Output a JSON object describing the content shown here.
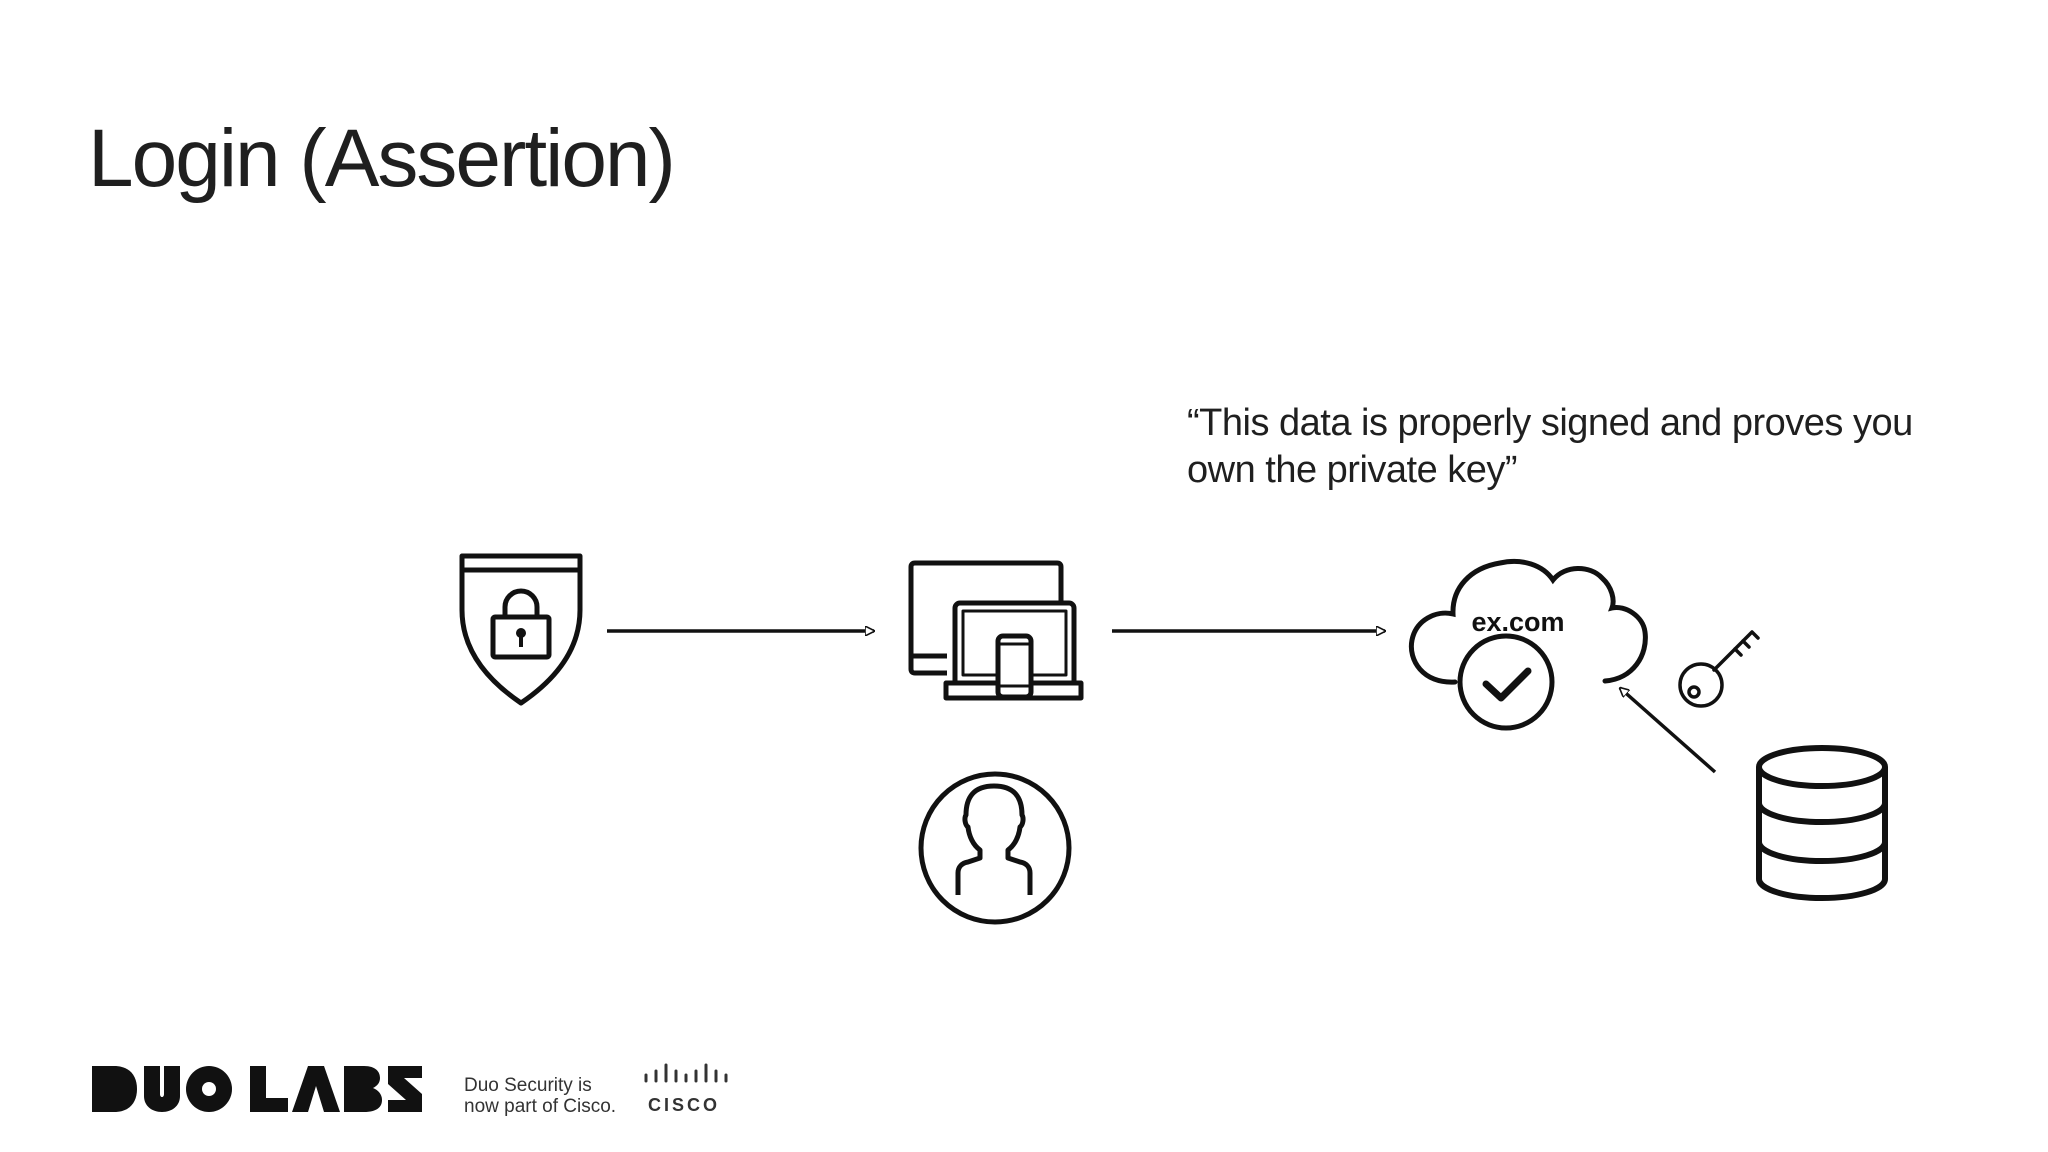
{
  "slide": {
    "title": "Login (Assertion)",
    "quote_line1": "“This data is properly signed and proves you",
    "quote_line2": "own the private key”"
  },
  "diagram": {
    "server_label": "ex.com",
    "nodes": [
      {
        "id": "authenticator",
        "icon": "shield-lock-icon"
      },
      {
        "id": "client",
        "icon": "devices-icon"
      },
      {
        "id": "user",
        "icon": "user-avatar-icon"
      },
      {
        "id": "relying-party",
        "icon": "cloud-check-icon"
      },
      {
        "id": "private-key",
        "icon": "key-icon"
      },
      {
        "id": "storage",
        "icon": "database-icon"
      }
    ],
    "edges": [
      {
        "from": "authenticator",
        "to": "client"
      },
      {
        "from": "client",
        "to": "relying-party"
      },
      {
        "from": "storage",
        "to": "relying-party"
      }
    ]
  },
  "footer": {
    "brand": "DUO LABS",
    "cisco_line1": "Duo Security is",
    "cisco_line2": "now part of Cisco.",
    "cisco_word": "CISCO"
  },
  "colors": {
    "ink": "#1a1a1a",
    "background": "#ffffff"
  }
}
